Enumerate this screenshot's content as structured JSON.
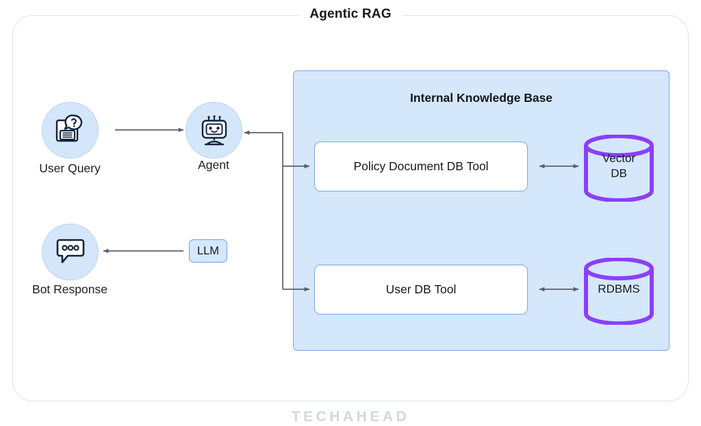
{
  "diagram": {
    "title": "Agentic RAG",
    "watermark": "TECHAHEAD",
    "colors": {
      "accent_blue": "#7aa7e0",
      "panel_fill": "#d4e7fb",
      "circle_fill": "#d4e6fa",
      "cylinder_purple": "#8b3ffb",
      "arrow_gray": "#5c6067",
      "card_border": "#d7e3f7",
      "watermark_gray": "#d4d7dc"
    }
  },
  "nodes": {
    "user_query": {
      "label": "User Query",
      "icon": "document-question-icon"
    },
    "agent": {
      "label": "Agent",
      "icon": "robot-icon"
    },
    "bot_response": {
      "label": "Bot Response",
      "icon": "chat-bubble-dots-icon"
    },
    "llm": {
      "label": "LLM"
    }
  },
  "knowledge_base": {
    "title": "Internal Knowledge Base",
    "tools": [
      {
        "label": "Policy Document DB Tool"
      },
      {
        "label": "User DB Tool"
      }
    ],
    "stores": [
      {
        "label_line1": "Vector",
        "label_line2": "DB",
        "icon": "database-cylinder-icon"
      },
      {
        "label_line1": "RDBMS",
        "label_line2": "",
        "icon": "database-cylinder-icon"
      }
    ]
  },
  "edges": [
    {
      "from": "User Query",
      "to": "Agent",
      "direction": "one-way"
    },
    {
      "from": "Agent",
      "to": "Policy Document DB Tool",
      "direction": "one-way"
    },
    {
      "from": "Agent",
      "to": "User DB Tool",
      "direction": "one-way"
    },
    {
      "from": "Policy Document DB Tool",
      "to": "Vector DB",
      "direction": "two-way"
    },
    {
      "from": "User DB Tool",
      "to": "RDBMS",
      "direction": "two-way"
    },
    {
      "from": "LLM",
      "to": "Bot Response",
      "direction": "one-way"
    }
  ]
}
